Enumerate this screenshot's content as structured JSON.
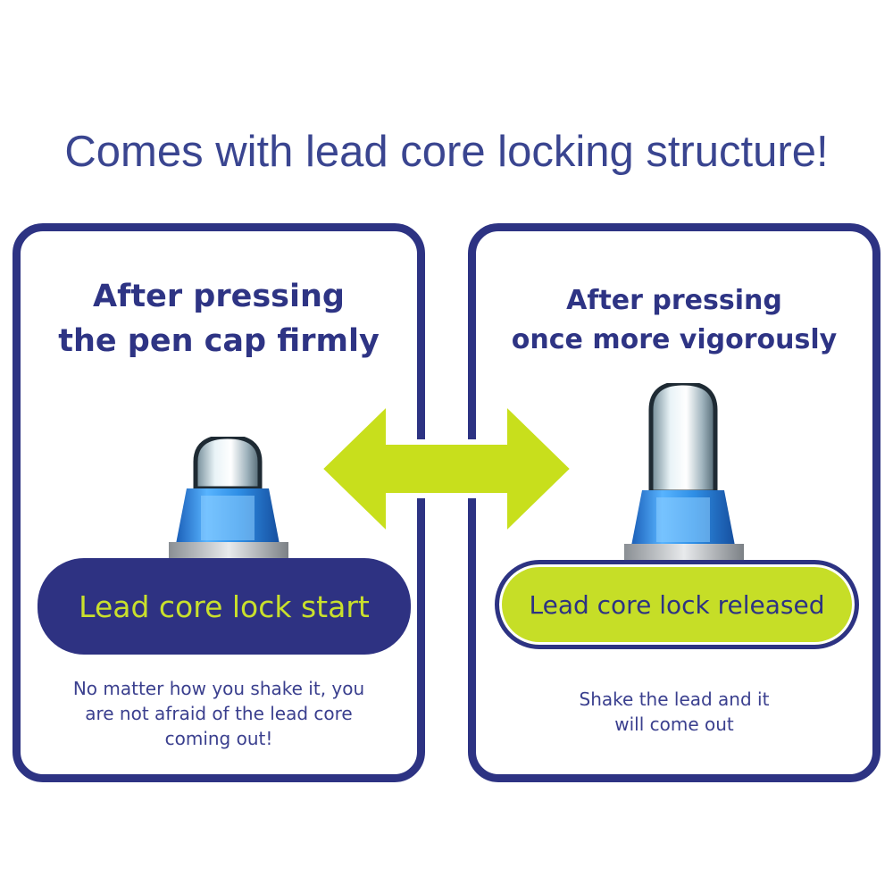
{
  "headline": "Comes with lead core locking structure!",
  "left_panel": {
    "title_lines": [
      "After pressing",
      "the pen cap firmly"
    ],
    "pill_label": "Lead core lock start",
    "description_lines": [
      "No matter how you shake it, you",
      "are not afraid of the lead core",
      "coming out!"
    ]
  },
  "right_panel": {
    "title_lines": [
      "After pressing",
      "once more vigorously"
    ],
    "pill_label": "Lead core lock released",
    "description_lines": [
      "Shake the lead and it",
      "will come out"
    ]
  },
  "colors": {
    "navy": "#2d3383",
    "lime": "#c6de27",
    "headline": "#3a4590",
    "tip_blue": "#2f8fe6"
  },
  "icons": {
    "arrow": "double-headed-arrow-icon",
    "pen_tip": "pen-tip-icon"
  }
}
